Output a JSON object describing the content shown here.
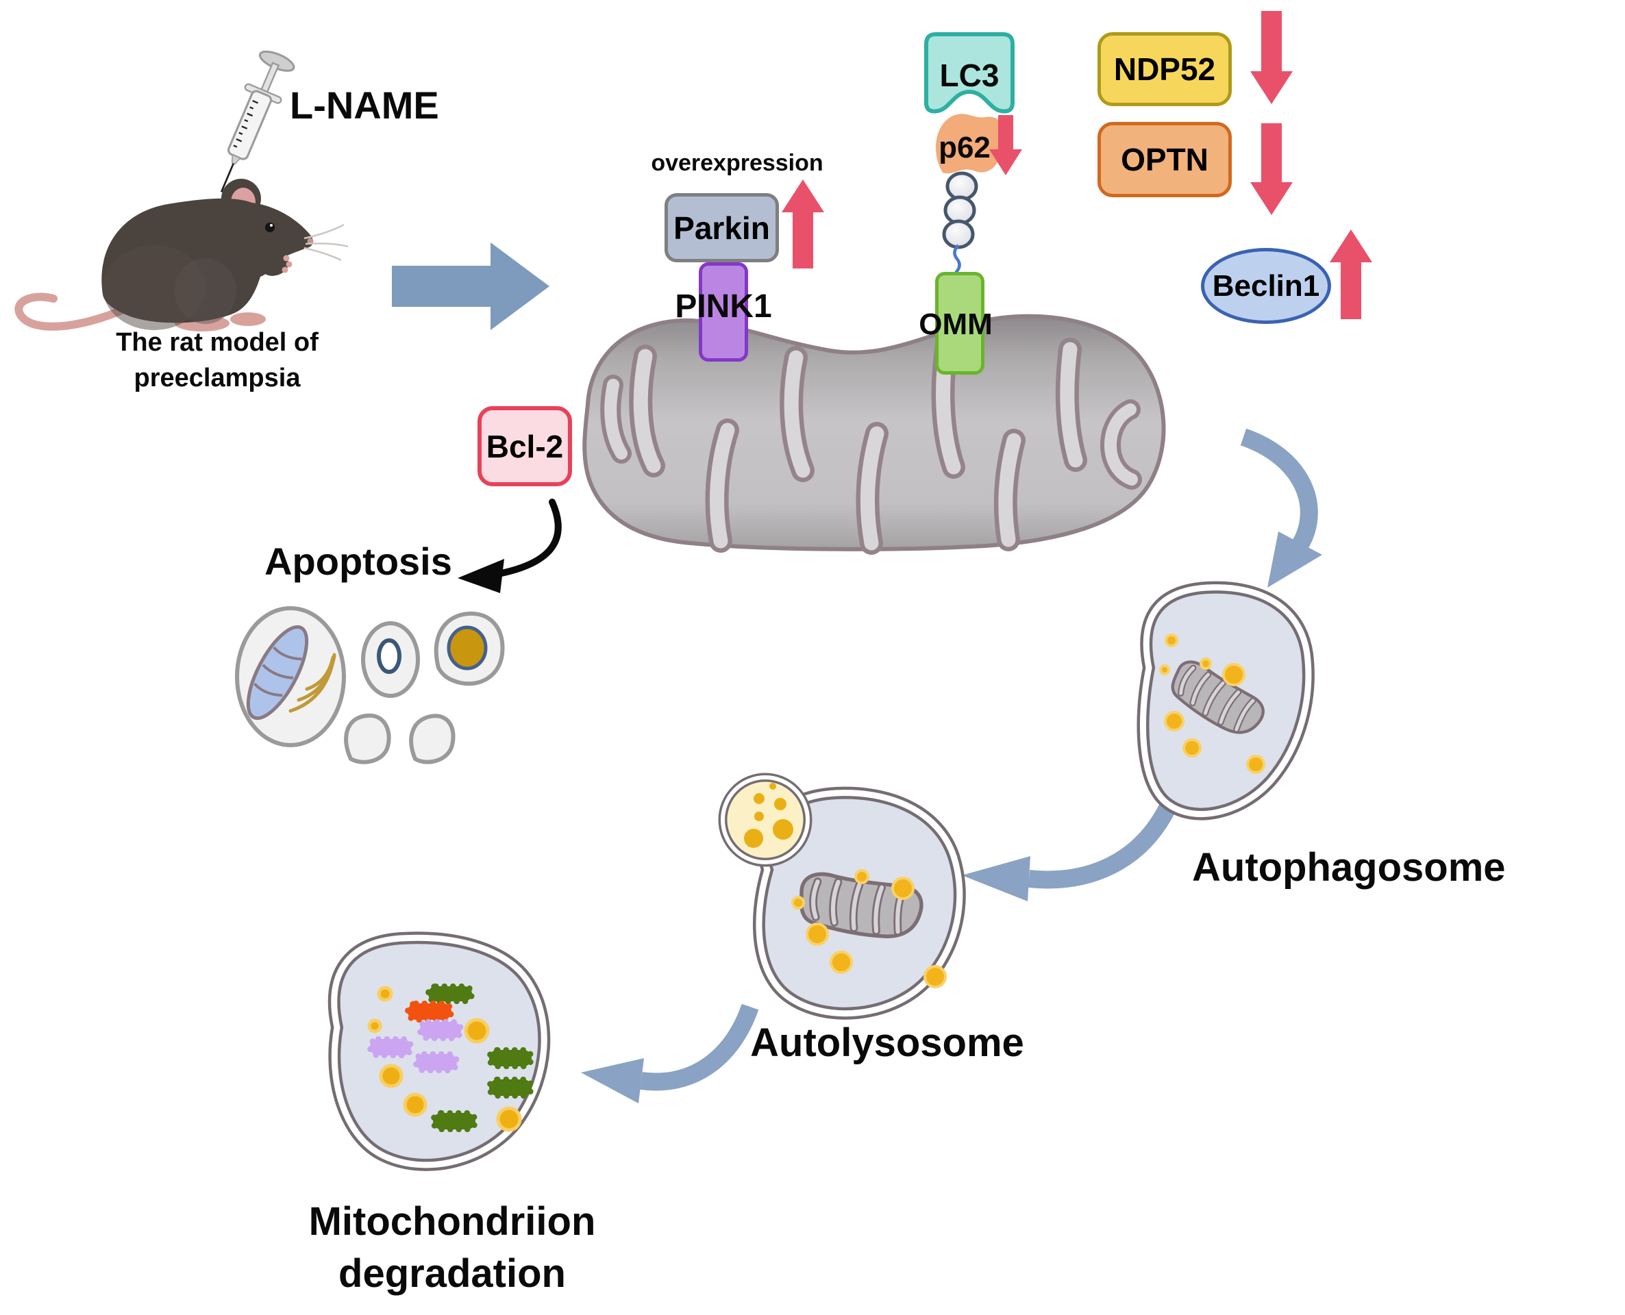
{
  "figure": {
    "model": {
      "injection_label": "L-NAME",
      "caption": [
        "The rat model of",
        "preeclampsia"
      ]
    },
    "mito_labels": {
      "overexpression": "overexpression",
      "parkin": "Parkin",
      "pink1": "PINK1",
      "bcl2": "Bcl-2",
      "omm": "OMM",
      "p62": "p62",
      "lc3": "LC3"
    },
    "regulators": {
      "ndp52": "NDP52",
      "optn": "OPTN",
      "beclin1": "Beclin1"
    },
    "trends": {
      "parkin": "up",
      "p62": "down",
      "ndp52": "down",
      "optn": "down",
      "beclin1": "up"
    },
    "stages": {
      "apoptosis": "Apoptosis",
      "autophagosome": "Autophagosome",
      "autolysosome": "Autolysosome",
      "degradation": [
        "Mitochondriion",
        "degradation"
      ]
    },
    "colors": {
      "background": "#FFFFFF",
      "flow_arrow_blue": "#7E9ABD",
      "trend_arrow_red": "#E9516B",
      "parkin_fill": "#B4BED3",
      "pink1_fill": "#BB86E3",
      "bcl2_fill": "#FBDCE3",
      "bcl2_border": "#E8415A",
      "omm_fill": "#A9D97B",
      "lc3_fill": "#ABE5DE",
      "p62_fill": "#F2AB79",
      "ndp52_fill": "#F7D75B",
      "optn_fill": "#F2B27B",
      "beclin1_fill": "#BDD0EE",
      "mitochondrion_gray": "#C2C0C2",
      "vesicle_fill": "#DCE1EC",
      "vesicle_membrane": "#756D73",
      "cargo_dot_yellow": "#F2B31B",
      "lysosome_fill": "#FCF1C6",
      "fragment_green": "#507A12",
      "fragment_orange": "#F2520E",
      "fragment_purple": "#CBA4F2"
    }
  }
}
